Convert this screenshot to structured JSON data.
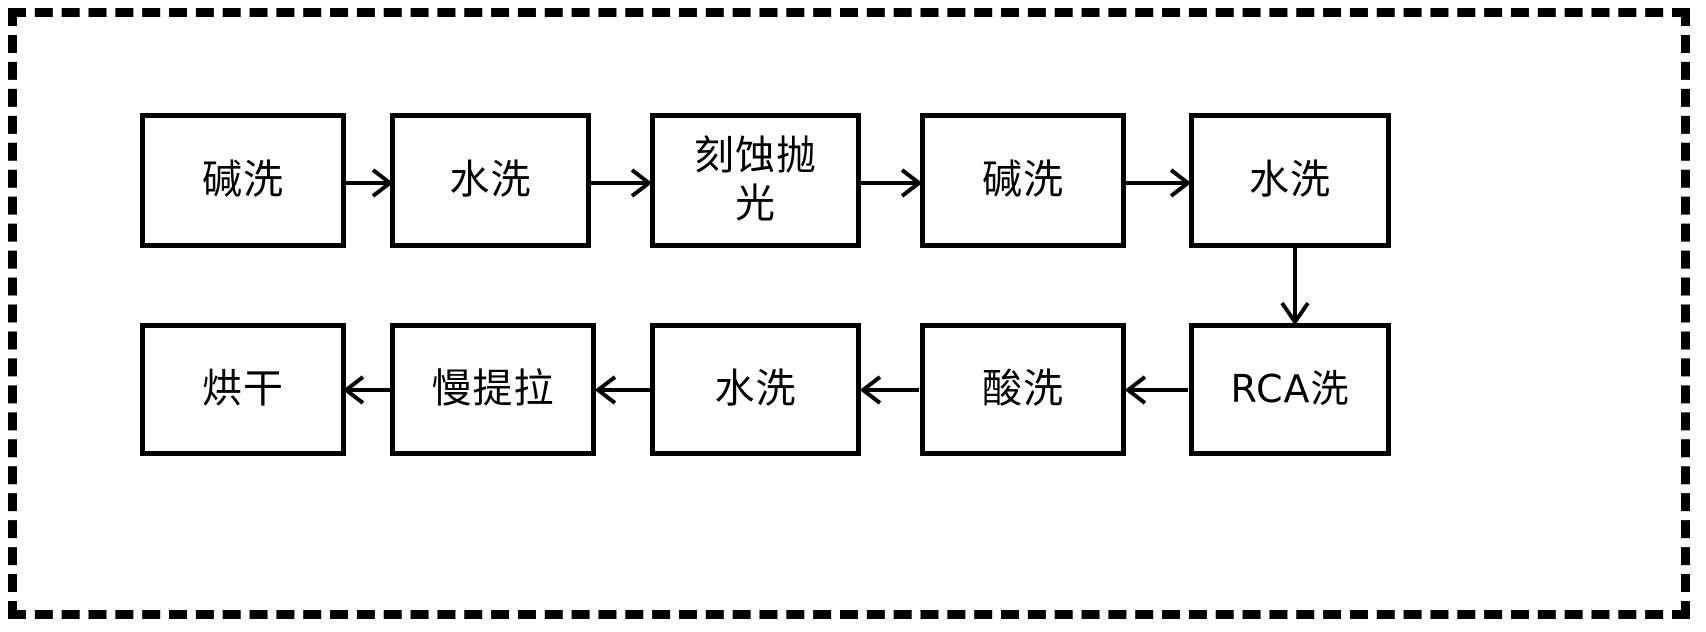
{
  "diagram": {
    "title": "",
    "frame": {
      "style": "dashed",
      "color": "#000000"
    },
    "colors": {
      "box_border": "#000000",
      "box_fill": "#ffffff",
      "arrow": "#000000",
      "background": "#ffffff"
    },
    "rows": [
      {
        "name": "top-row",
        "direction": "left-to-right",
        "steps": [
          {
            "id": "step-1",
            "label": "碱洗"
          },
          {
            "id": "step-2",
            "label": "水洗"
          },
          {
            "id": "step-3",
            "label": "刻蚀抛\n光"
          },
          {
            "id": "step-4",
            "label": "碱洗"
          },
          {
            "id": "step-5",
            "label": "水洗"
          }
        ]
      },
      {
        "name": "bottom-row",
        "direction": "right-to-left",
        "steps": [
          {
            "id": "step-10",
            "label": "烘干"
          },
          {
            "id": "step-9",
            "label": "慢提拉"
          },
          {
            "id": "step-8",
            "label": "水洗"
          },
          {
            "id": "step-7",
            "label": "酸洗"
          },
          {
            "id": "step-6",
            "label": "RCA洗"
          }
        ]
      }
    ],
    "connectors": [
      {
        "id": "conn-1-2",
        "from": "step-1",
        "to": "step-2",
        "direction": "right"
      },
      {
        "id": "conn-2-3",
        "from": "step-2",
        "to": "step-3",
        "direction": "right"
      },
      {
        "id": "conn-3-4",
        "from": "step-3",
        "to": "step-4",
        "direction": "right"
      },
      {
        "id": "conn-4-5",
        "from": "step-4",
        "to": "step-5",
        "direction": "right"
      },
      {
        "id": "conn-5-6",
        "from": "step-5",
        "to": "step-6",
        "direction": "down"
      },
      {
        "id": "conn-6-7",
        "from": "step-6",
        "to": "step-7",
        "direction": "left"
      },
      {
        "id": "conn-7-8",
        "from": "step-7",
        "to": "step-8",
        "direction": "left"
      },
      {
        "id": "conn-8-9",
        "from": "step-8",
        "to": "step-9",
        "direction": "left"
      },
      {
        "id": "conn-9-10",
        "from": "step-9",
        "to": "step-10",
        "direction": "left"
      }
    ]
  }
}
